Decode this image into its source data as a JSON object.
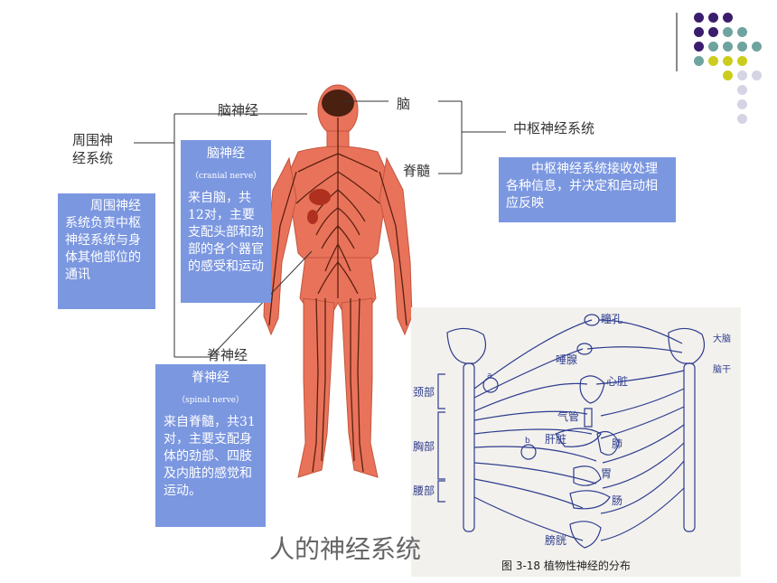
{
  "labels": {
    "naoshenjing_top": "脑神经",
    "nao": "脑",
    "zhongshu": "中枢神经系统",
    "zhouwei_1": "周围神",
    "zhouwei_2": "经系统",
    "jisui": "脊髓",
    "jishenjing_label": "脊神经"
  },
  "box_peripheral": {
    "text": "周围神经系统负责中枢神经系统与身体其他部位的通讯"
  },
  "box_cranial": {
    "title": "脑神经",
    "sub": "（cranial nerve）",
    "text": "来自脑，共12对，主要支配头部和劲部的各个器官的感受和运动"
  },
  "box_central": {
    "text": "中枢神经系统接收处理各种信息，并决定和启动相应反映"
  },
  "box_spinal": {
    "title": "脊神经",
    "sub": "（spinal nerve）",
    "text": "来自脊髓，共31对，主要支配身体的劲部、四肢及内脏的感觉和运动。"
  },
  "main_title": "人的神经系统",
  "autonomic": {
    "caption": "图 3-18  植物性神经的分布",
    "organs": [
      "瞳孔",
      "唾腺",
      "心脏",
      "气管",
      "肝脏",
      "肺",
      "胃",
      "肠",
      "膀胱",
      "大脑",
      "脑干"
    ],
    "regions": [
      "颈部",
      "胸部",
      "腰部"
    ],
    "marks": [
      "a",
      "b"
    ]
  },
  "colors": {
    "box_blue": "#7b97e0",
    "dot_purple": "#3b1d6e",
    "dot_teal": "#6fa3a0",
    "dot_yellow": "#cccc1f",
    "dot_light": "#d4d4e4",
    "body_orange": "#e9735a",
    "ink_blue": "#2e3d8f"
  }
}
